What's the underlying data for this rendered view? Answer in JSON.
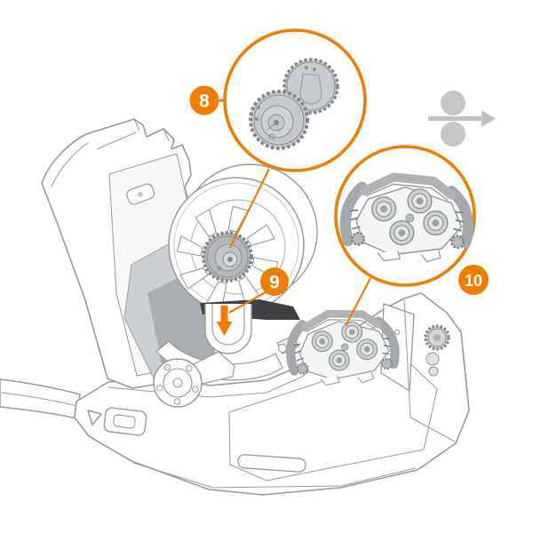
{
  "diagram": {
    "background": "#FFFFFF",
    "accent": "#F07D00",
    "line_color": "#979A9C",
    "dark_shadow": "#3F4244",
    "icon_gray": "#C4C6C8"
  },
  "callouts": {
    "c8": {
      "label": "8"
    },
    "c9": {
      "label": "9"
    },
    "c10": {
      "label": "10"
    }
  },
  "icons": {
    "feed_direction": "feed-rollers-direction-icon",
    "insert_arrow": "insert-spool-down-arrow-icon",
    "callout_8_detail": "spool-hub-discs-illustration",
    "callout_10_detail": "wire-drive-assembly-illustration"
  }
}
